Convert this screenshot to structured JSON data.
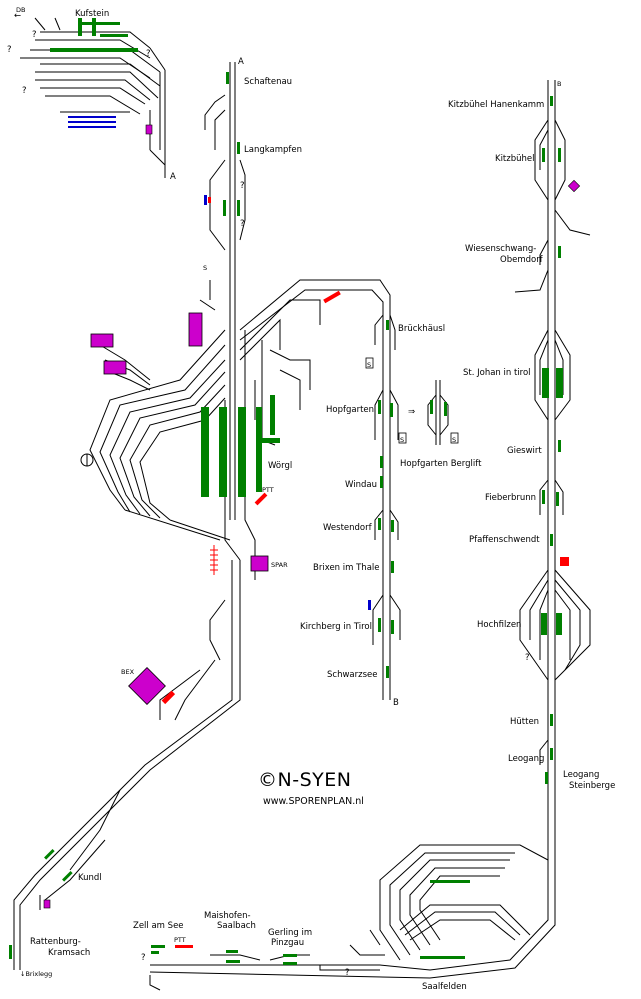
{
  "stations": {
    "kufstein": "Kufstein",
    "schaftenau": "Schaftenau",
    "langkampfen": "Langkampfen",
    "worgl": "Wörgl",
    "kundl": "Kundl",
    "rattenberg": "Rattenburg-\nKramsach",
    "brixlegg": "↓Brixlegg",
    "bruckhausl": "Brückhäusl",
    "hopfgarten": "Hopfgarten",
    "hopfgarten_berglift": "Hopfgarten Berglift",
    "windau": "Windau",
    "westendorf": "Westendorf",
    "brixen": "Brixen im Thale",
    "kirchberg": "Kirchberg in Tirol",
    "schwarzsee": "Schwarzsee",
    "kitzbuhel_hahnenkamm": "Kitzbühel Hanenkamm",
    "kitzbuhel": "Kitzbühel",
    "wiesenschwang": "Wiesenschwang-\nObemdorf",
    "st_johann": "St. Johan in tirol",
    "gieswirt": "Gieswirt",
    "fieberbrunn": "Fieberbrunn",
    "pfaffenschwendt": "Pfaffenschwendt",
    "hochfilzen": "Hochfilzen",
    "hutten": "Hütten",
    "leogang": "Leogang",
    "leogang_steinberge": "Leogang\nSteinberge",
    "saalfelden": "Saalfelden",
    "gerling": "Gerling im\nPinzgau",
    "maishofen": "Maishofen-\nSaalbach",
    "zell_am_see": "Zell am See"
  },
  "markers": {
    "db": "DB",
    "connector_a": "A",
    "connector_b": "B",
    "question": "?",
    "ptt": "PTT",
    "spar": "SPAR",
    "bex": "BEX",
    "s": "S",
    "arrow": "⇒"
  },
  "logo": {
    "mark": "©N-SYEN",
    "url": "www.SPORENPLAN.nl"
  },
  "colors": {
    "track": "#000000",
    "platform": "#008000",
    "industry": "#cc00cc",
    "signal_box": "#ff0000",
    "blue_track": "#0000cc",
    "background": "#ffffff"
  }
}
